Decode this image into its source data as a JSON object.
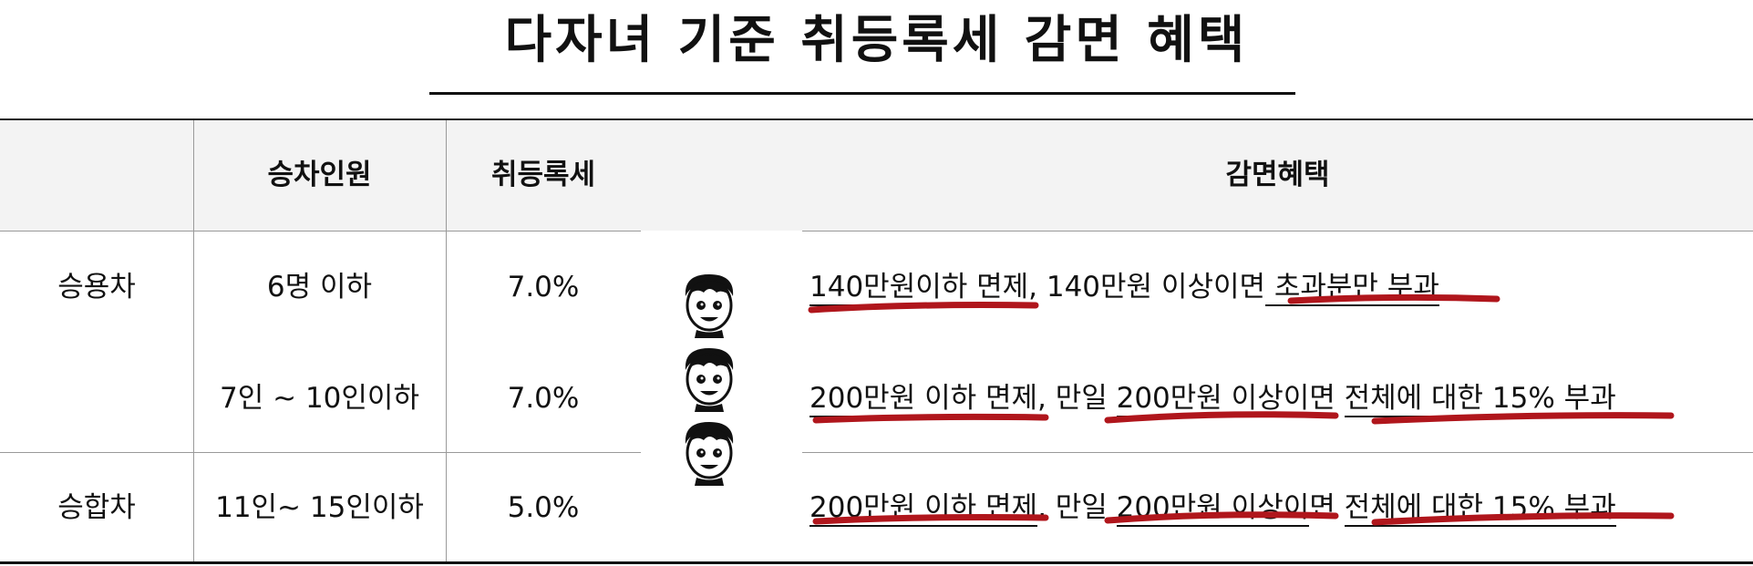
{
  "title": "다자녀 기준 취등록세 감면 혜택",
  "headers": {
    "category": "",
    "passengers": "승차인원",
    "tax": "취등록세",
    "benefit": "감면혜택"
  },
  "rows": [
    {
      "category": "승용차",
      "passengers": "6명 이하",
      "tax": "7.0%",
      "benefit": [
        {
          "t": "140만원이하 면제",
          "hl": true
        },
        {
          "t": ", 140만원 이상이면",
          "hl": false
        },
        {
          "t": " 초과분만 부과",
          "hl": true
        }
      ]
    },
    {
      "category": "",
      "passengers": "7인 ~ 10인이하",
      "tax": "7.0%",
      "benefit": [
        {
          "t": "200만원 이하 면제",
          "hl": true
        },
        {
          "t": ", 만일 ",
          "hl": false
        },
        {
          "t": "200만원 이상이",
          "hl": true
        },
        {
          "t": "면 ",
          "hl": false
        },
        {
          "t": "전체에 대한 15% 부과",
          "hl": true
        }
      ]
    },
    {
      "category": "승합차",
      "passengers": "11인~ 15인이하",
      "tax": "5.0%",
      "benefit": [
        {
          "t": "200만원 이하 면제",
          "hl": true
        },
        {
          "t": ", 만일 ",
          "hl": false
        },
        {
          "t": "200만원 이상이",
          "hl": true
        },
        {
          "t": "면 ",
          "hl": false
        },
        {
          "t": "전체에 대한 15% 부과",
          "hl": true
        }
      ]
    }
  ],
  "icons": [
    "boy-face-icon",
    "boy-face-icon",
    "boy-face-icon"
  ],
  "colors": {
    "underline_red": "#b0161c",
    "header_bg": "#f3f3f3",
    "text": "#111111"
  }
}
